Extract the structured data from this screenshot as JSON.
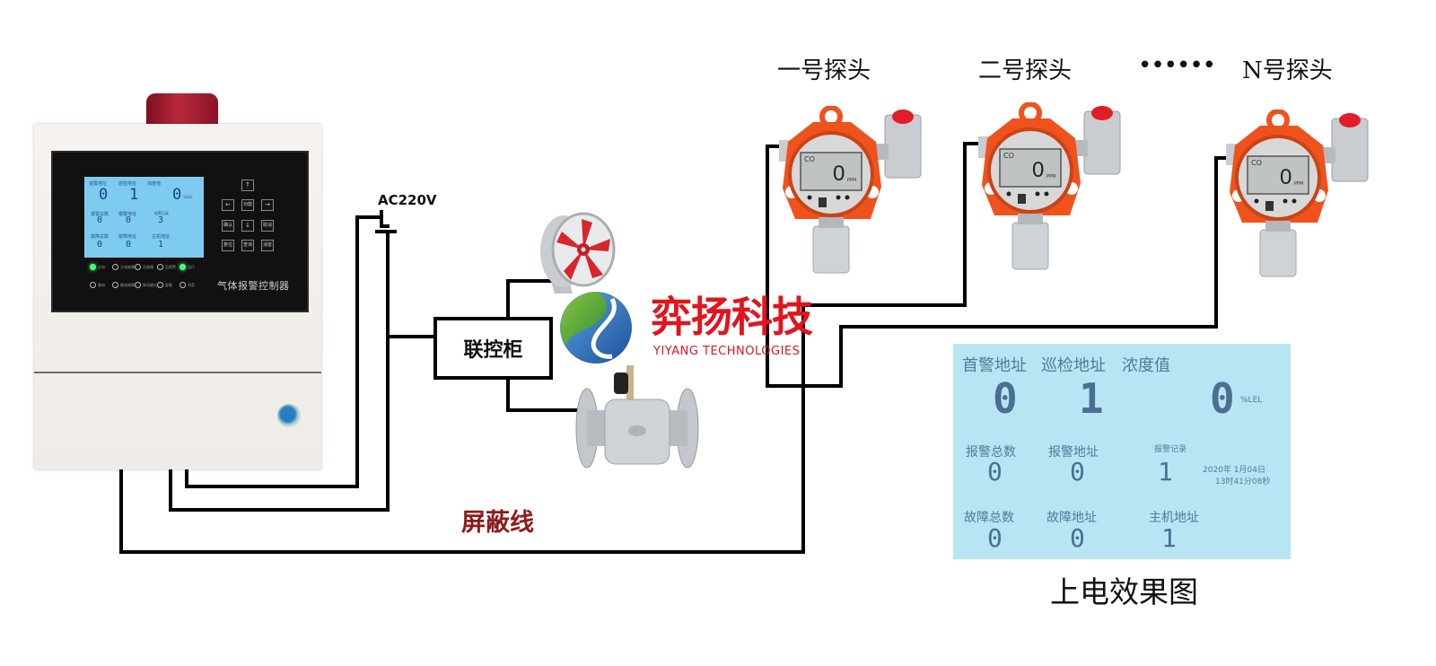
{
  "controller": {
    "panel_name": "气体报警控制器",
    "lcd": {
      "row1_labels": [
        "首警地址",
        "巡检地址",
        "浓度值"
      ],
      "row1_values": [
        "0",
        "1",
        "0"
      ],
      "unit": "%LEL",
      "row2_labels": [
        "报警总数",
        "报警地址",
        "报警记录"
      ],
      "row2_values": [
        "0",
        "0",
        "3"
      ],
      "row3_labels": [
        "故障总数",
        "故障地址",
        "主机地址"
      ],
      "row3_values": [
        "0",
        "0",
        "1"
      ]
    },
    "keypad": {
      "up": "↑",
      "left": "←",
      "function": "功能",
      "right": "→",
      "confirm": "确认",
      "down": "↓",
      "cancel": "取消",
      "reset": "复位",
      "query": "查询",
      "mute": "消音"
    },
    "leds_row1": [
      {
        "label": "主电",
        "on": true
      },
      {
        "label": "主电故障",
        "on": false
      },
      {
        "label": "总故障",
        "on": false
      },
      {
        "label": "总报警",
        "on": false
      },
      {
        "label": "运行",
        "on": true
      }
    ],
    "leds_row2": [
      {
        "label": "备电",
        "on": false
      },
      {
        "label": "备电故障",
        "on": false
      },
      {
        "label": "联动输出",
        "on": false
      },
      {
        "label": "屏蔽",
        "on": false
      },
      {
        "label": "消音",
        "on": false
      }
    ]
  },
  "wiring": {
    "power_label": "AC220V",
    "linkage_cabinet_label": "联控柜",
    "shielded_cable_label": "屏蔽线"
  },
  "brand": {
    "name_cn": "弈扬科技",
    "name_en": "YIYANG TECHNOLOGIES",
    "color": "#e2141d"
  },
  "probes": [
    {
      "title": "一号探头",
      "gas": "CO",
      "reading": "0",
      "unit": "PPM"
    },
    {
      "title": "二号探头",
      "gas": "CO",
      "reading": "0",
      "unit": "PPM"
    },
    {
      "title": "N号探头",
      "gas": "CO",
      "reading": "0",
      "unit": "PPM"
    }
  ],
  "probe_ellipsis": "••••••",
  "power_on_display": {
    "caption": "上电效果图",
    "row1_labels": [
      "首警地址",
      "巡检地址",
      "浓度值"
    ],
    "row1_values": [
      "0",
      "1",
      "0"
    ],
    "unit": "%LEL",
    "row2_labels": [
      "报警总数",
      "报警地址",
      "报警记录"
    ],
    "row2_values": [
      "0",
      "0",
      "1"
    ],
    "datetime_line1": "2020年 1月04日",
    "datetime_line2": "13时41分08秒",
    "row3_labels": [
      "故障总数",
      "故障地址",
      "主机地址"
    ],
    "row3_values": [
      "0",
      "0",
      "1"
    ]
  },
  "colors": {
    "wire": "#000000",
    "probe_housing": "#f0521e",
    "lcd_background": "#b8e5f3",
    "shield_label": "#8e1b1b"
  }
}
